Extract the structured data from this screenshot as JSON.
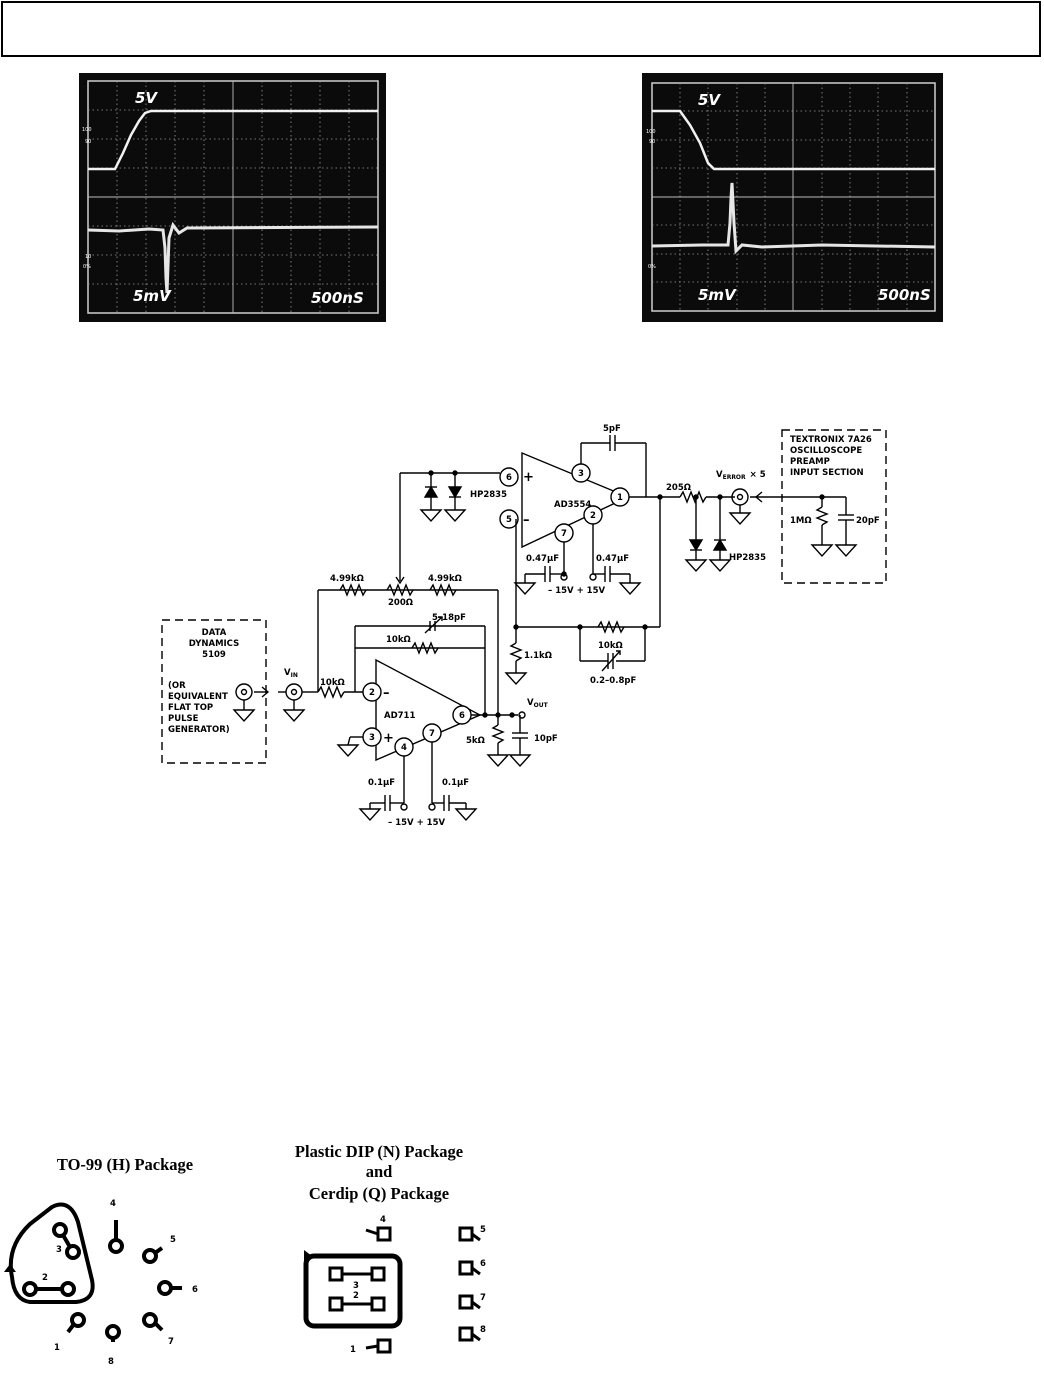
{
  "scopes": {
    "left": {
      "top_label": "5V",
      "bottom_label": "5mV",
      "time_label": "500nS",
      "marker_100": "100",
      "marker_90": "90",
      "marker_10": "10",
      "marker_0": "0%"
    },
    "right": {
      "top_label": "5V",
      "bottom_label": "5mV",
      "time_label": "500nS",
      "marker_100": "100",
      "marker_90": "90",
      "marker_0": "0%"
    }
  },
  "schematic": {
    "generator": {
      "line1": "DATA",
      "line2": "DYNAMICS",
      "line3": "5109",
      "line4": "(OR",
      "line5": "EQUIVALENT",
      "line6": "FLAT TOP",
      "line7": "PULSE",
      "line8": "GENERATOR)"
    },
    "vin": "VIN",
    "vin_main": "V",
    "vin_sub": "IN",
    "vout_main": "V",
    "vout_sub": "OUT",
    "verror_main": "V",
    "verror_sub": "ERROR",
    "verror_suffix": "× 5",
    "r_in": "10kΩ",
    "r_fb": "10kΩ",
    "r_499a": "4.99kΩ",
    "r_499b": "4.99kΩ",
    "r_200": "200Ω",
    "c_trim": "5–18pF",
    "r_5k": "5kΩ",
    "c_10p": "10pF",
    "r_11k": "1.1kΩ",
    "r_10k_fb2": "10kΩ",
    "c_trim2": "0.2–0.8pF",
    "c_5p": "5pF",
    "r_205": "205Ω",
    "diode1": "HP2835",
    "diode2": "HP2835",
    "opamp1": "AD711",
    "opamp2": "AD3554",
    "c1": "0.47μF",
    "c2": "0.47μF",
    "c3": "0.1μF",
    "c4": "0.1μF",
    "supply_a": "– 15V  + 15V",
    "supply_b": "– 15V  + 15V",
    "scope_box": {
      "line1": "TEXTRONIX 7A26",
      "line2": "OSCILLOSCOPE",
      "line3": "PREAMP",
      "line4": "INPUT SECTION"
    },
    "r_1m": "1MΩ",
    "c_20p": "20pF",
    "pins": {
      "p2": "2",
      "p3": "3",
      "p4": "4",
      "p6": "6",
      "p7": "7",
      "q1": "1",
      "q2": "2",
      "q3": "3",
      "q5": "5",
      "q6": "6",
      "q7": "7"
    }
  },
  "packages": {
    "to99_title": "TO-99 (H) Package",
    "dip_title_1": "Plastic DIP (N) Package",
    "dip_title_2": "and",
    "dip_title_3": "Cerdip (Q) Package",
    "to99_pins": [
      "1",
      "2",
      "3",
      "4",
      "5",
      "6",
      "7",
      "8"
    ],
    "dip_pins": [
      "1",
      "2",
      "3",
      "4",
      "5",
      "6",
      "7",
      "8"
    ]
  }
}
